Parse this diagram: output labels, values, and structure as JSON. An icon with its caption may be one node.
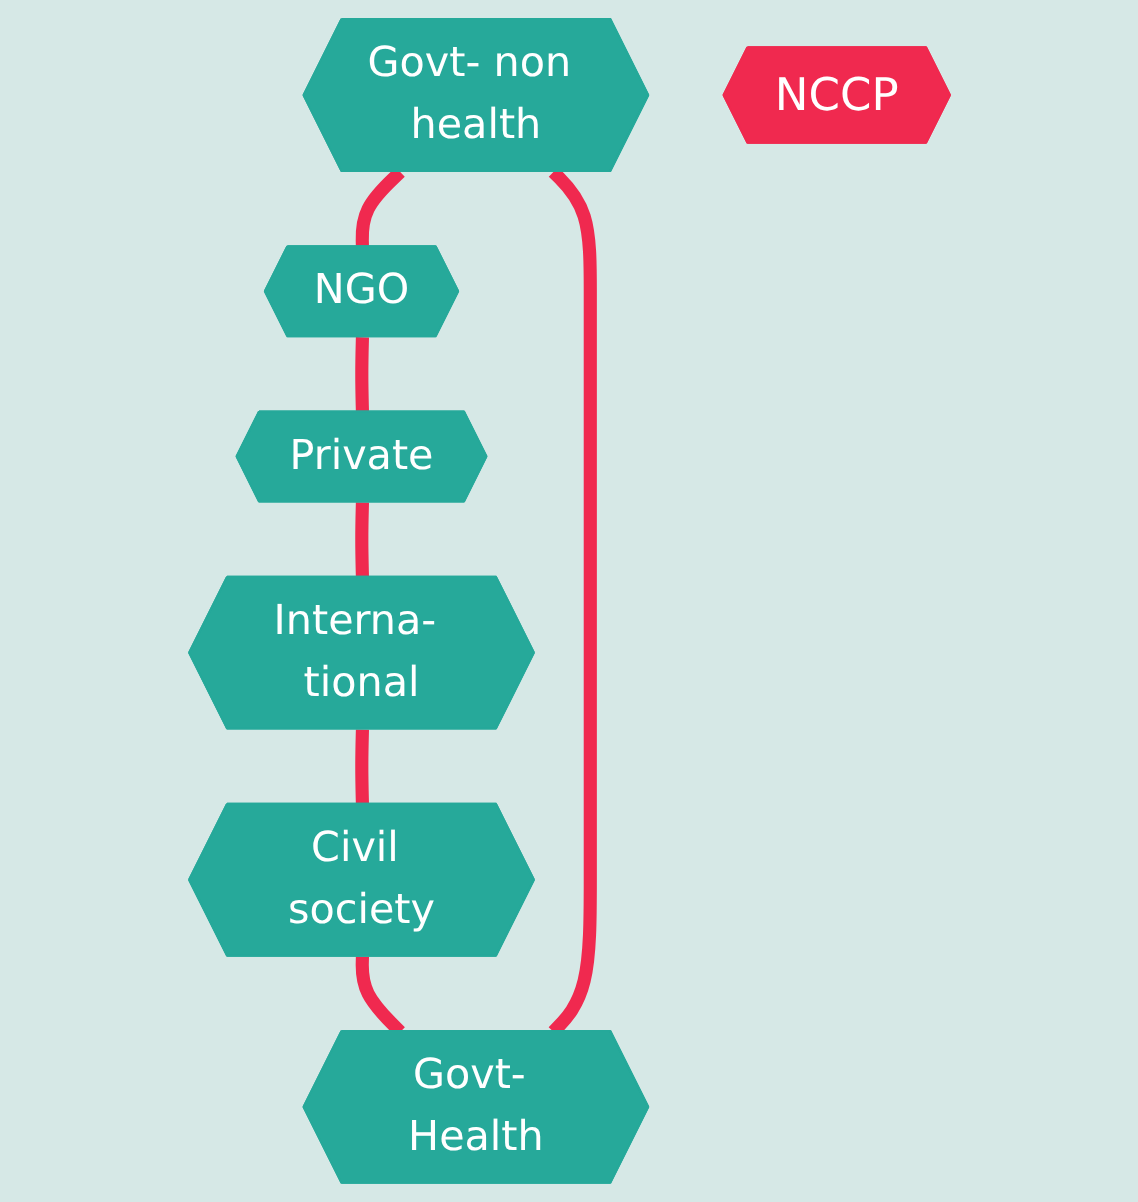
{
  "diagram": {
    "nodes": [
      {
        "text": [
          "Govt- non health"
        ]
      },
      {
        "text": [
          "Govt- Health"
        ]
      },
      {
        "text": [
          "NGO"
        ]
      },
      {
        "text": [
          "NCCP"
        ]
      },
      {
        "text": [
          "Civil society"
        ]
      },
      {
        "text": [
          "Private"
        ]
      },
      {
        "text": [
          "Interna- tional"
        ]
      }
    ],
    "edges": [
      {
        "from": 0,
        "to": 2,
        "arrow": "none"
      },
      {
        "from": 2,
        "to": 5,
        "arrow": "none"
      },
      {
        "from": 5,
        "to": 6,
        "arrow": "none"
      },
      {
        "from": 6,
        "to": 4,
        "arrow": "none"
      },
      {
        "from": 4,
        "to": 1,
        "arrow": "none"
      },
      {
        "from": 1,
        "to": 0,
        "arrow": "none"
      }
    ]
  }
}
